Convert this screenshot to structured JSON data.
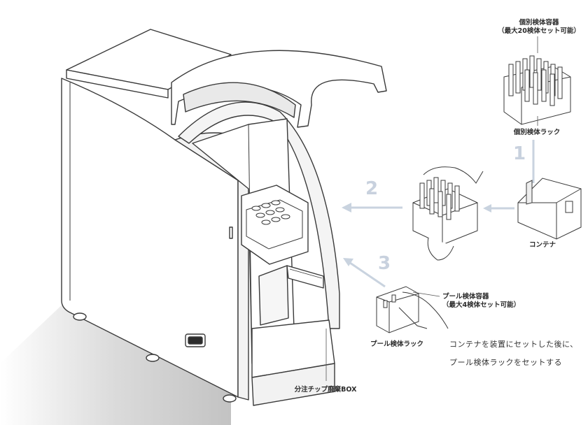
{
  "labels": {
    "individual_container_line1": "個別検体容器",
    "individual_container_line2": "（最大20検体セット可能）",
    "individual_rack": "個別検体ラック",
    "container": "コンテナ",
    "pool_container_line1": "プール検体容器",
    "pool_container_line2": "（最大4検体セット可能）",
    "pool_rack": "プール検体ラック",
    "tip_waste_box": "分注チップ廃棄BOX"
  },
  "steps": [
    "1",
    "2",
    "3"
  ],
  "note": {
    "line1": "コンテナを装置にセットした後に、",
    "line2": "プール検体ラックをセットする"
  },
  "colors": {
    "arrow": "#c9d3df",
    "line": "#3a3a3a",
    "shadow": "#cfcfcf"
  }
}
